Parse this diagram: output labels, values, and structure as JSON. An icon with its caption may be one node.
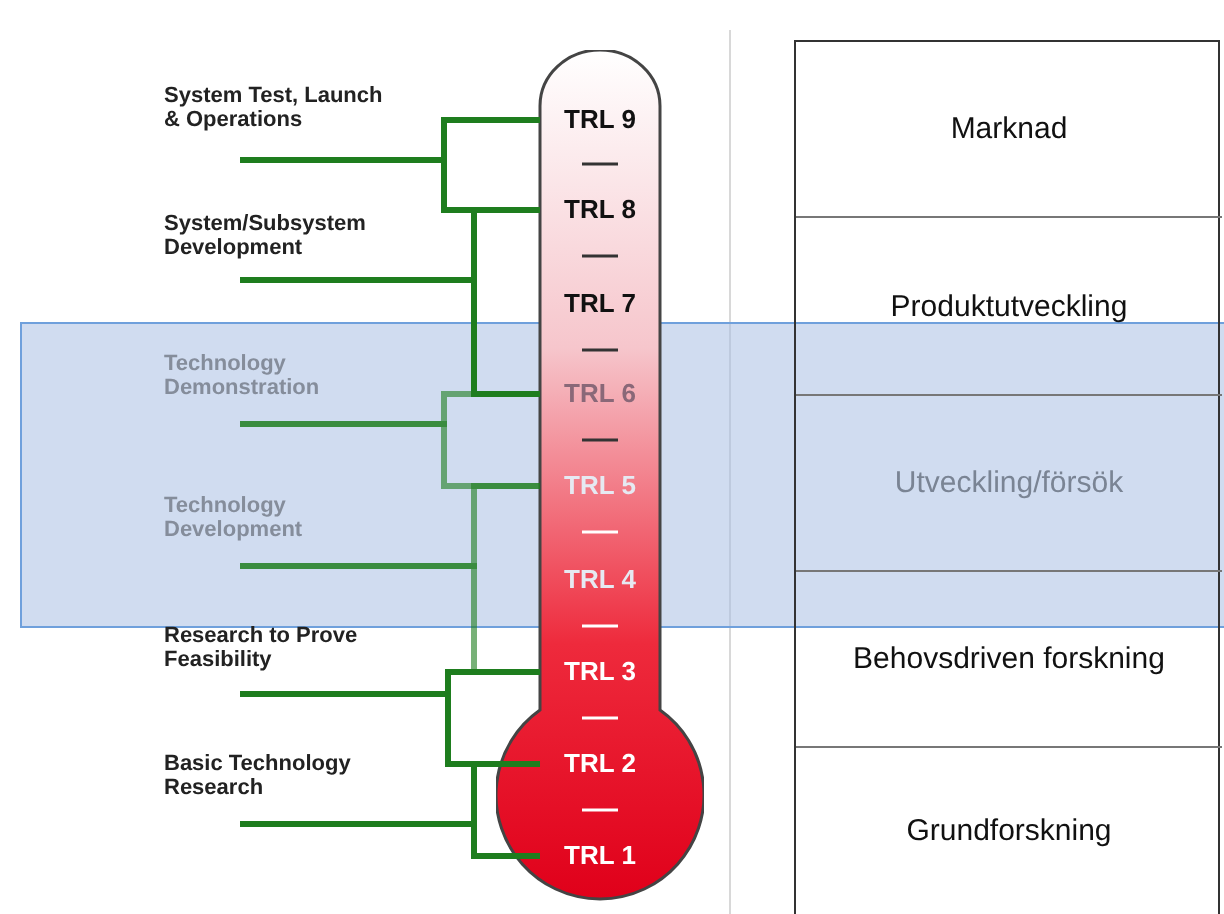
{
  "diagram": {
    "nodes": [
      {
        "text": [
          "System Test, Launch & Operations"
        ]
      },
      {
        "text": [
          "System/Subsystem Development"
        ]
      },
      {
        "text": [
          "Technology Demonstration"
        ]
      },
      {
        "text": [
          "Technology Development"
        ]
      },
      {
        "text": [
          "Research to Prove Feasibility"
        ]
      },
      {
        "text": [
          "Basic Technology Research"
        ]
      },
      {
        "text": [],
        "shape": "thermometer"
      },
      {
        "text": [
          "TRL 9"
        ],
        "in": 6
      },
      {
        "text": [
          "TRL 8"
        ],
        "in": 6
      },
      {
        "text": [
          "TRL 7"
        ],
        "in": 6
      },
      {
        "text": [
          "TRL 6"
        ],
        "in": 6
      },
      {
        "text": [
          "TRL 5"
        ],
        "in": 6
      },
      {
        "text": [
          "TRL 4"
        ],
        "in": 6
      },
      {
        "text": [
          "TRL 3"
        ],
        "in": 6
      },
      {
        "text": [
          "TRL 2"
        ],
        "in": 6
      },
      {
        "text": [
          "TRL 1"
        ],
        "in": 6
      },
      {
        "text": [],
        "shape": "box"
      },
      {
        "text": [
          "Marknad"
        ],
        "in": 16
      },
      {
        "text": [
          "Produktutveckling"
        ],
        "in": 16
      },
      {
        "text": [
          "Utveckling/försök"
        ],
        "in": 16
      },
      {
        "text": [
          "Behovsdriven forskning"
        ],
        "in": 16
      },
      {
        "text": [
          "Grundforskning"
        ],
        "in": 16
      }
    ],
    "edges": [
      {
        "from": 0,
        "to": 7,
        "arrow": "none"
      },
      {
        "from": 0,
        "to": 8,
        "arrow": "none"
      },
      {
        "from": 1,
        "to": 8,
        "arrow": "none"
      },
      {
        "from": 1,
        "to": 10,
        "arrow": "none"
      },
      {
        "from": 2,
        "to": 10,
        "arrow": "none"
      },
      {
        "from": 2,
        "to": 11,
        "arrow": "none"
      },
      {
        "from": 3,
        "to": 11,
        "arrow": "none"
      },
      {
        "from": 3,
        "to": 13,
        "arrow": "none"
      },
      {
        "from": 4,
        "to": 13,
        "arrow": "none"
      },
      {
        "from": 4,
        "to": 14,
        "arrow": "none"
      },
      {
        "from": 5,
        "to": 14,
        "arrow": "none"
      },
      {
        "from": 5,
        "to": 15,
        "arrow": "none"
      }
    ]
  }
}
